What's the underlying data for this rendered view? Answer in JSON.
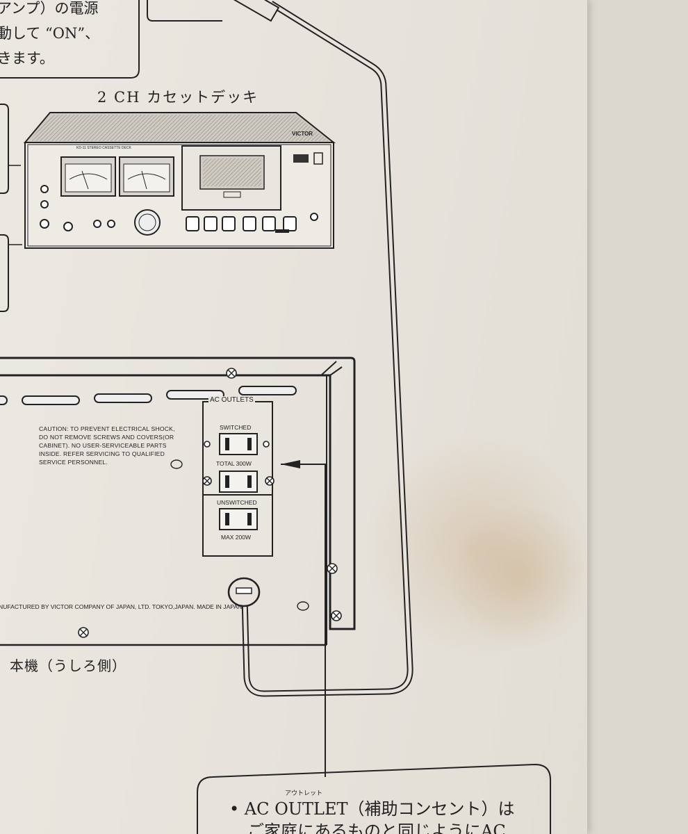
{
  "top_note": {
    "line1": "アンプ）の電源",
    "line2": "動して “ON”、",
    "line3": "きます。"
  },
  "deck": {
    "title": "2 CH カセットデッキ",
    "brand": "VICTOR",
    "model": "KD-11 STEREO CASSETTE DECK"
  },
  "rear_panel": {
    "caution": [
      "CAUTION: TO PREVENT ELECTRICAL SHOCK,",
      "DO NOT REMOVE SCREWS AND COVERS(OR",
      "CABINET). NO USER-SERVICEABLE PARTS",
      "INSIDE. REFER SERVICING TO QUALIFIED",
      "SERVICE PERSONNEL."
    ],
    "ac_outlets_title": "AC OUTLETS",
    "switched_label": "SWITCHED",
    "total_label": "TOTAL 300W",
    "unswitched_label": "UNSWITCHED",
    "max_label": "MAX 200W",
    "manufacturer": "NUFACTURED BY VICTOR COMPANY OF JAPAN, LTD. TOKYO,JAPAN. MADE IN JAPAN",
    "label": "本機（うしろ側）"
  },
  "bottom_note": {
    "ruby": "アウトレット",
    "line1": "• AC OUTLET（補助コンセント）は",
    "line2": "ご家庭にあるものと同じようにAC"
  },
  "colors": {
    "ink": "#222222",
    "paper": "#e9e5de",
    "background": "#dcd7cf"
  }
}
